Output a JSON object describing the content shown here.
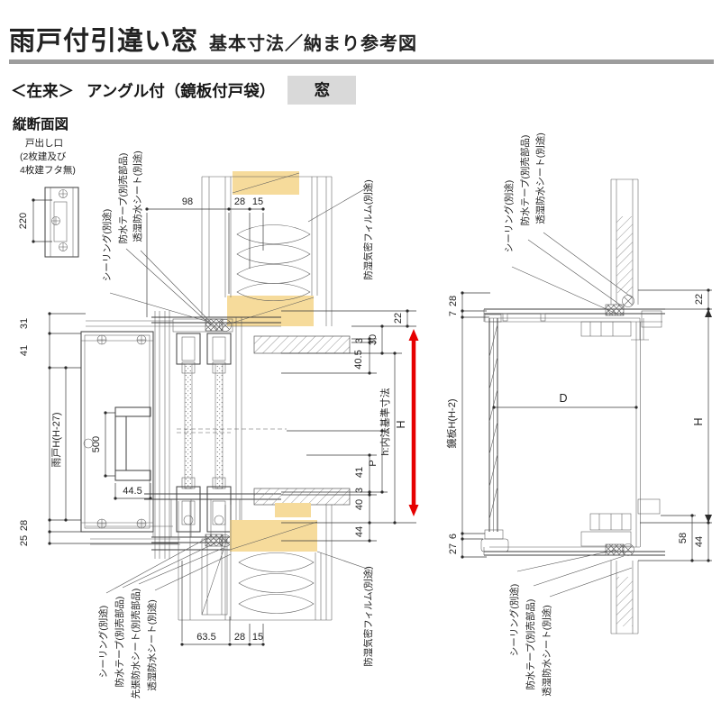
{
  "header": {
    "title": "雨戸付引違い窓",
    "subtitle": "基本寸法／納まり参考図"
  },
  "variant": {
    "method": "＜在来＞",
    "spec": "アングル付（鏡板付戸袋）",
    "badge": "窓"
  },
  "section": {
    "title": "縦断面図",
    "exit_note": [
      "戸出し口",
      "(2枚建及び",
      "4枚建フタ無)"
    ]
  },
  "materials": {
    "sealing": "シーリング(別途)",
    "tape": "防水テープ(別売部品)",
    "breathable_sheet": "透湿防水シート(別途)",
    "film": "防湿気密フィルム(別途)",
    "pre_sheet": "先張防水シート(別売部品)"
  },
  "left_view": {
    "part_dim": "220",
    "top_dims": [
      "98",
      "28",
      "15"
    ],
    "left_dims": [
      "31",
      "41",
      "雨戸H(H-27)",
      "28",
      "25"
    ],
    "handle_dims": [
      "500",
      "44.5"
    ],
    "right_dims": [
      "22",
      "30",
      "3",
      "40.5",
      "h:内法基準寸法",
      "H",
      "P",
      "41",
      "3",
      "40",
      "44"
    ],
    "bottom_dims": [
      "63.5",
      "28",
      "15"
    ]
  },
  "right_view": {
    "left_dims": [
      "28",
      "7",
      "鏡板H(H-2)",
      "6",
      "27"
    ],
    "depth_dim": "D",
    "right_dims": [
      "22",
      "H",
      "58",
      "44"
    ]
  },
  "colors": {
    "wood": "#f6db9b",
    "accent_red": "#e60000"
  }
}
